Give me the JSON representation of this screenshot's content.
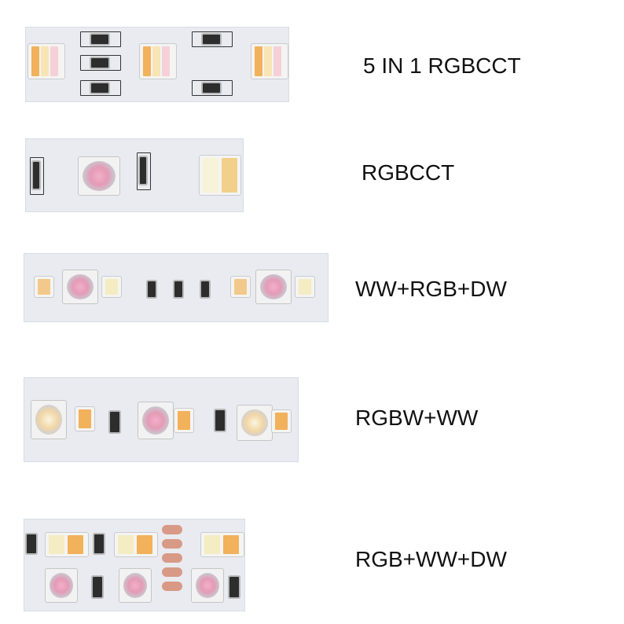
{
  "rows": [
    {
      "label": "5 IN 1 RGBCCT"
    },
    {
      "label": "RGBCCT"
    },
    {
      "label": "WW+RGB+DW"
    },
    {
      "label": "RGBW+WW"
    },
    {
      "label": "RGB+WW+DW"
    }
  ],
  "colors": {
    "strip": "#e9ebf1",
    "warm_white": "#f2b15b",
    "cool_white": "#f7f3d9",
    "text": "#111111"
  }
}
